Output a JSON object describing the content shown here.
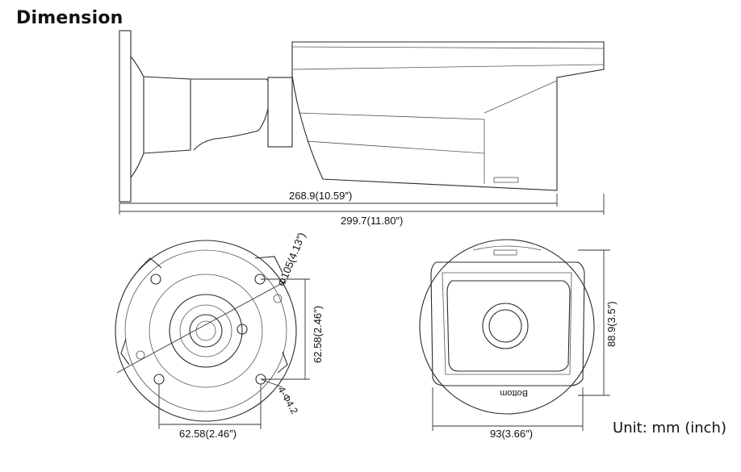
{
  "header": {
    "title": "Dimension"
  },
  "footer": {
    "unit_label": "Unit: mm (inch)"
  },
  "dimensions": {
    "side_body_length": "268.9(10.59″)",
    "side_total_length": "299.7(11.80″)",
    "base_diameter": "Φ105(4.13″)",
    "base_hole_vertical": "62.58(2.46″)",
    "base_hole_horizontal": "62.58(2.46″)",
    "base_hole_spec": "4-Φ4.2",
    "front_width": "93(3.66″)",
    "front_height": "88.9(3.5″)",
    "front_bottom_mark": "Bottom"
  }
}
